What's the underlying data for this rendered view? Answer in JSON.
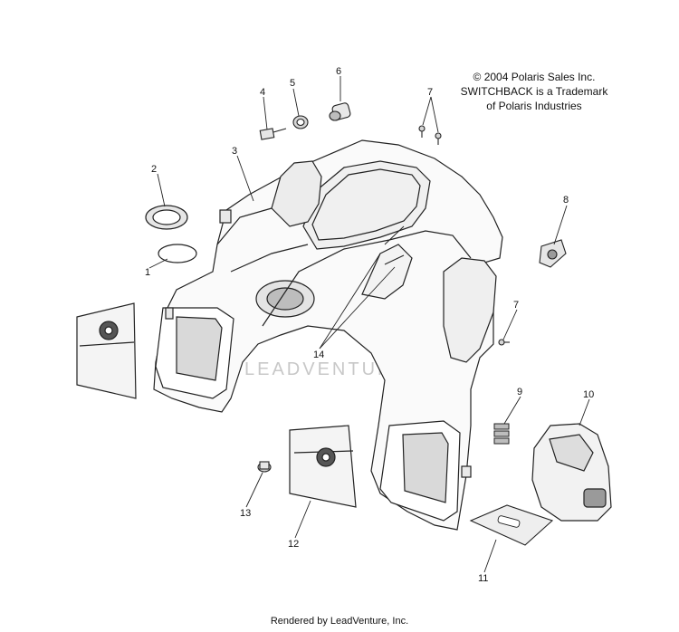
{
  "copyright": {
    "line1": "© 2004 Polaris Sales Inc.",
    "line2": "SWITCHBACK is a Trademark",
    "line3": "of Polaris Industries"
  },
  "watermark": "LEADVENTURE",
  "footer": "Rendered by LeadVenture, Inc.",
  "callouts": [
    "1",
    "2",
    "3",
    "4",
    "5",
    "6",
    "7",
    "7",
    "8",
    "9",
    "10",
    "11",
    "12",
    "13",
    "14"
  ],
  "colors": {
    "line": "#222222",
    "shade": "#9a9a9a",
    "light": "#e6e6e6",
    "watermark": "#c8c8c8"
  }
}
